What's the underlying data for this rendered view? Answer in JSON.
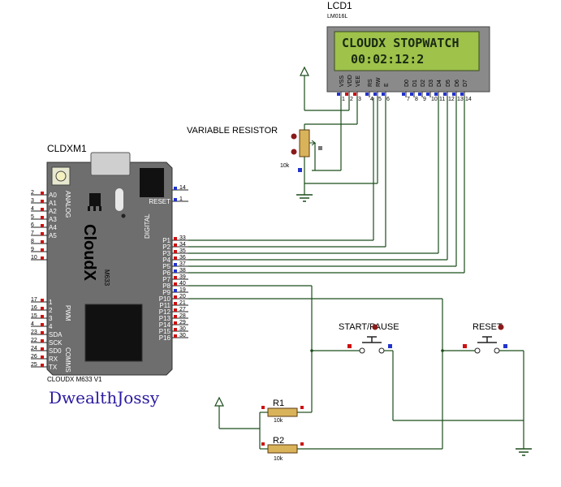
{
  "lcd": {
    "ref": "LCD1",
    "part": "LM016L",
    "line1": "CLOUDX STOPWATCH",
    "line2": "00:02:12:2",
    "pins": [
      "VSS",
      "VDD",
      "VEE",
      "RS",
      "RW",
      "E",
      "D0",
      "D1",
      "D2",
      "D3",
      "D4",
      "D5",
      "D6",
      "D7"
    ],
    "pin_numbers": [
      "1",
      "2",
      "3",
      "4",
      "5",
      "6",
      "7",
      "8",
      "9",
      "10",
      "11",
      "12",
      "13",
      "14"
    ],
    "screen_color": "#9ec24a",
    "body_color": "#8a8a8a"
  },
  "variable_resistor": {
    "label": "VARIABLE RESISTOR",
    "value": "10k"
  },
  "board": {
    "ref": "CLDXM1",
    "title": "CloudX",
    "model": "M633",
    "footer": "CLOUDX M633 V1",
    "section_analog": "ANALOG",
    "section_digital": "DIGITAL",
    "section_pwm": "PWM",
    "section_comms": "COMMS",
    "reset_label": "RESET",
    "left_pins_top": [
      {
        "name": "A0",
        "num": "2"
      },
      {
        "name": "A1",
        "num": "3"
      },
      {
        "name": "A2",
        "num": "4"
      },
      {
        "name": "A3",
        "num": "5"
      },
      {
        "name": "A4",
        "num": "6"
      },
      {
        "name": "A5",
        "num": "7"
      },
      {
        "name": "",
        "num": "8"
      },
      {
        "name": "",
        "num": "9"
      },
      {
        "name": "",
        "num": "10"
      }
    ],
    "left_pins_bottom": [
      {
        "name": "1",
        "num": "17"
      },
      {
        "name": "2",
        "num": "16"
      },
      {
        "name": "3",
        "num": "15"
      },
      {
        "name": "4",
        "num": "4"
      },
      {
        "name": "SDA",
        "num": "23"
      },
      {
        "name": "SCK",
        "num": "22"
      },
      {
        "name": "SD0",
        "num": "24"
      },
      {
        "name": "RX",
        "num": "26"
      },
      {
        "name": "TX",
        "num": "25"
      }
    ],
    "right_top_pins": [
      {
        "name": "",
        "num": "14"
      },
      {
        "name": "RESET",
        "num": "1"
      }
    ],
    "right_pins": [
      {
        "name": "P1",
        "num": "33"
      },
      {
        "name": "P2",
        "num": "34"
      },
      {
        "name": "P3",
        "num": "35"
      },
      {
        "name": "P4",
        "num": "36"
      },
      {
        "name": "P5",
        "num": "37"
      },
      {
        "name": "P6",
        "num": "38"
      },
      {
        "name": "P7",
        "num": "39"
      },
      {
        "name": "P8",
        "num": "40"
      },
      {
        "name": "P9",
        "num": "19"
      },
      {
        "name": "P10",
        "num": "20"
      },
      {
        "name": "P11",
        "num": "21"
      },
      {
        "name": "P12",
        "num": "27"
      },
      {
        "name": "P13",
        "num": "28"
      },
      {
        "name": "P14",
        "num": "29"
      },
      {
        "name": "P15",
        "num": "30"
      },
      {
        "name": "P16",
        "num": "30"
      }
    ],
    "body_color": "#6e6e6e"
  },
  "start_button": {
    "label": "START/PAUSE"
  },
  "reset_button": {
    "label": "RESET"
  },
  "r1": {
    "ref": "R1",
    "value": "10k"
  },
  "r2": {
    "ref": "R2",
    "value": "10k"
  },
  "watermark": {
    "text": "DwealthJossy",
    "color": "#2a1aa0"
  },
  "colors": {
    "wire": "#1a4d1a",
    "pin_red": "#cc1111",
    "pin_blue": "#2233cc"
  }
}
